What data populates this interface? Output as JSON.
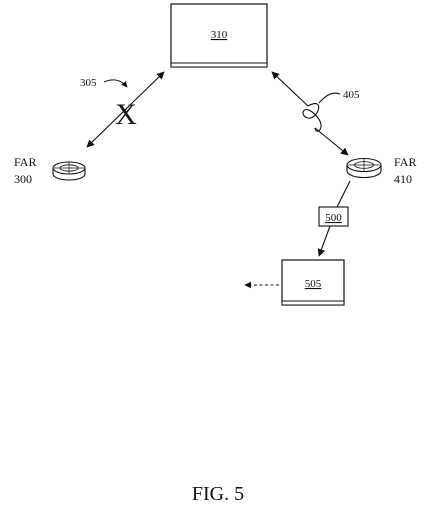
{
  "boxes": {
    "node_310": "310",
    "node_500": "500",
    "node_505": "505"
  },
  "labels": {
    "ref_305": "305",
    "ref_405": "405",
    "far_left_line1": "FAR",
    "far_left_line2": "300",
    "far_right_line1": "FAR",
    "far_right_line2": "410",
    "blocked_mark": "X"
  },
  "caption": "FIG. 5"
}
